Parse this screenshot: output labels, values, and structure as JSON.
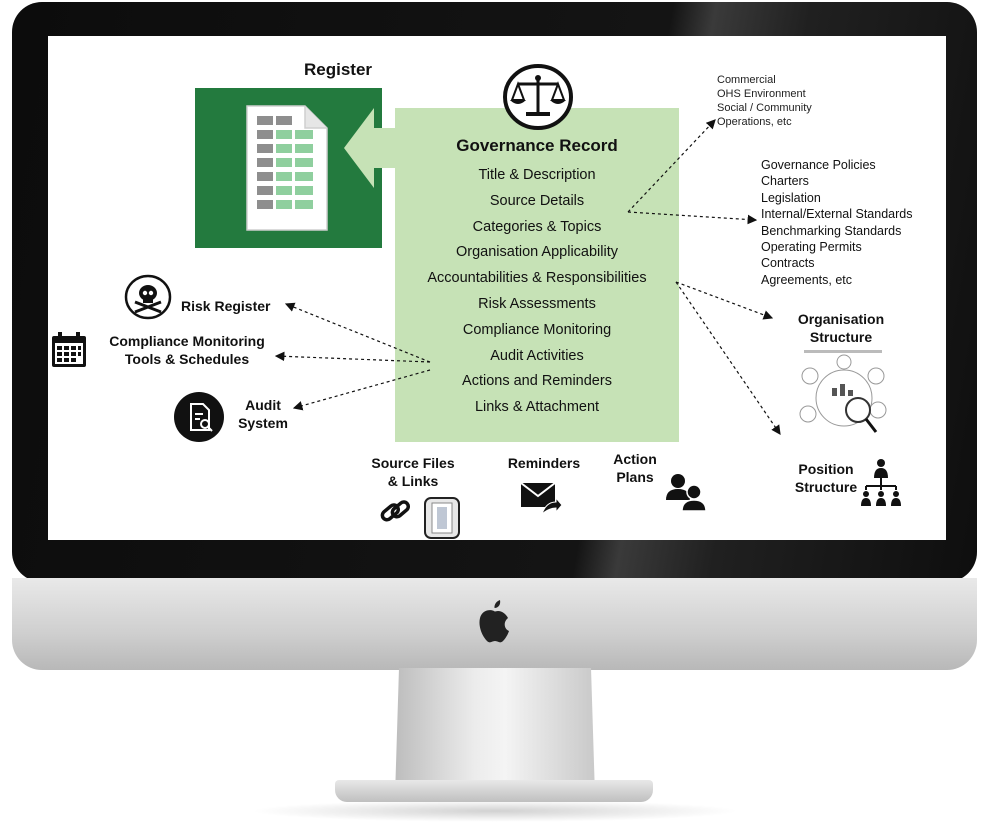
{
  "diagram": {
    "register": {
      "title": "Register"
    },
    "governance_record": {
      "title": "Governance Record",
      "items": [
        "Title & Description",
        "Source Details",
        "Categories & Topics",
        "Organisation Applicability",
        "Accountabilities & Responsibilities",
        "Risk Assessments",
        "Compliance Monitoring",
        "Audit Activities",
        "Actions and Reminders",
        "Links & Attachment"
      ]
    },
    "categories_list": [
      "Commercial",
      "OHS Environment",
      "Social / Community",
      "Operations, etc"
    ],
    "sources_list": [
      "Governance Policies",
      "Charters",
      "Legislation",
      "Internal/External Standards",
      "Benchmarking Standards",
      "Operating Permits",
      "Contracts",
      "Agreements, etc"
    ],
    "left_items": {
      "risk_register": "Risk Register",
      "compliance_line1": "Compliance Monitoring",
      "compliance_line2": "Tools & Schedules",
      "audit_line1": "Audit",
      "audit_line2": "System"
    },
    "bottom_items": {
      "source_files_line1": "Source Files",
      "source_files_line2": "& Links",
      "reminders": "Reminders",
      "action_plans_line1": "Action",
      "action_plans_line2": "Plans"
    },
    "right_items": {
      "org_line1": "Organisation",
      "org_line2": "Structure",
      "position_line1": "Position",
      "position_line2": "Structure"
    }
  },
  "colors": {
    "register_green": "#237a3e",
    "record_green": "#c6e2b6",
    "sheet_green": "#8fcf9e"
  },
  "icons": [
    "scales-icon",
    "spreadsheet-icon",
    "skull-icon",
    "calendar-icon",
    "audit-document-icon",
    "link-icon",
    "document-icon",
    "envelope-icon",
    "people-icon",
    "org-chart-icon",
    "apple-logo-icon"
  ]
}
